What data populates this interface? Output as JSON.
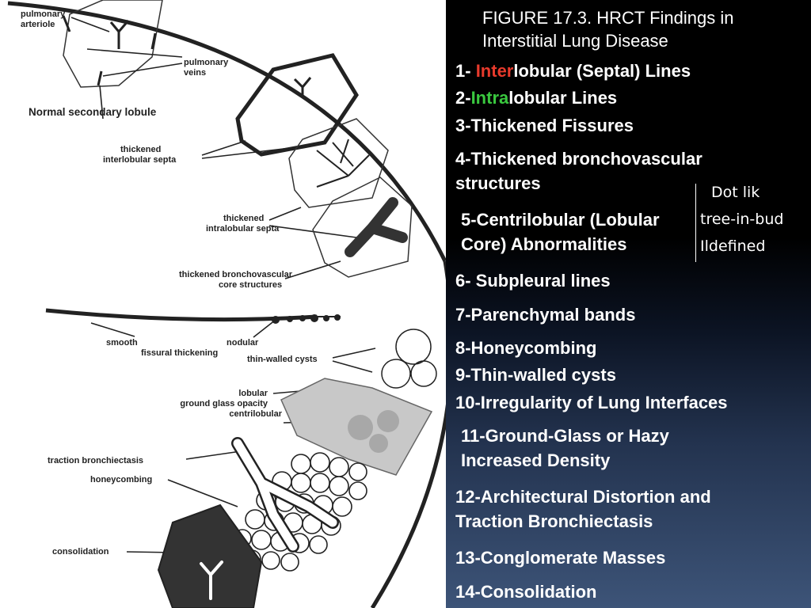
{
  "figure_title_lines": [
    "FIGURE 17.3. HRCT Findings in",
    "Interstitial Lung Disease"
  ],
  "diagram_labels": {
    "pulmonary_arteriole": [
      "pulmonary",
      "arteriole"
    ],
    "pulmonary_veins": [
      "pulmonary",
      "veins"
    ],
    "normal_secondary_lobule": "Normal  secondary  lobule",
    "thickened_interlobular_septa": [
      "thickened",
      "interlobular  septa"
    ],
    "thickened_intralobular_septa": [
      "thickened",
      "intralobular  septa"
    ],
    "thickened_bronchovascular": [
      "thickened  bronchovascular",
      "core  structures"
    ],
    "smooth_fissural": [
      "smooth",
      "fissural  thickening"
    ],
    "nodular": "nodular",
    "thin_walled_cysts": "thin-walled  cysts",
    "ground_glass": [
      "lobular",
      "ground glass  opacity",
      "centrilobular"
    ],
    "traction_bronchiectasis": "traction  bronchiectasis",
    "honeycombing": "honeycombing",
    "consolidation": "consolidation"
  },
  "findings": {
    "f1": {
      "prefix": "1- ",
      "highlight": "Inter",
      "rest": "lobular (Septal) Lines",
      "highlight_color": "#e83a2c"
    },
    "f2": {
      "prefix": "2-",
      "highlight": "Intra",
      "rest": "lobular Lines",
      "highlight_color": "#3ac83f"
    },
    "f3": "3-Thickened Fissures",
    "f4": [
      "4-Thickened bronchovascular",
      "structures"
    ],
    "f5": [
      "5-Centrilobular (Lobular",
      "Core) Abnormalities"
    ],
    "f6": "6- Subpleural lines",
    "f7": "7-Parenchymal bands",
    "f8": "8-Honeycombing",
    "f9": "9-Thin-walled cysts",
    "f10": "10-Irregularity of Lung Interfaces",
    "f11": [
      "11-Ground-Glass or Hazy",
      "Increased Density"
    ],
    "f12": [
      "12-Architectural Distortion and",
      "Traction Bronchiectasis"
    ],
    "f13": "13-Conglomerate Masses",
    "f14": "14-Consolidation"
  },
  "centrilobular_notes": [
    "Dot lik",
    "tree-in-bud",
    "Ildefined"
  ]
}
